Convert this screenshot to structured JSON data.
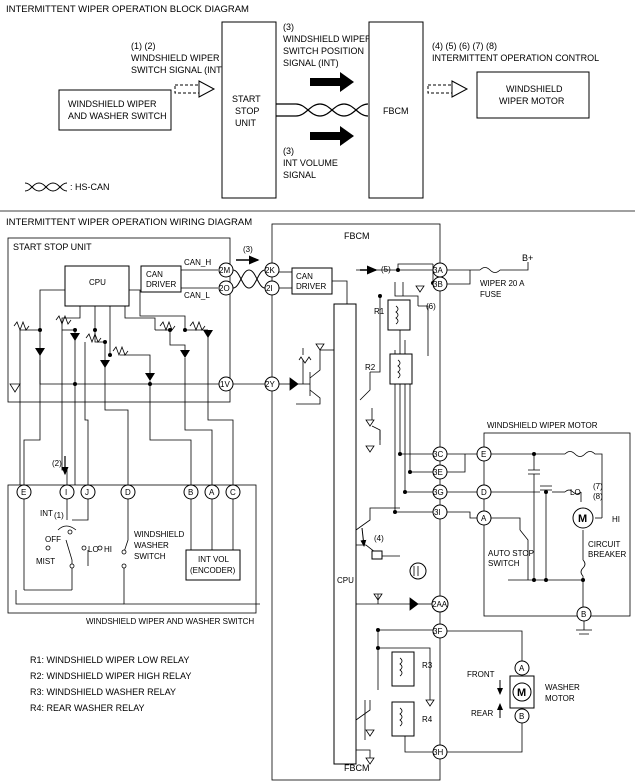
{
  "block_diagram": {
    "title": "INTERMITTENT WIPER OPERATION BLOCK DIAGRAM",
    "switch_signal_num": "(1) (2)",
    "switch_signal_l1": "WINDSHIELD WIPER",
    "switch_signal_l2": "SWITCH SIGNAL (INT)",
    "switch_box_l1": "WINDSHIELD WIPER",
    "switch_box_l2": "AND WASHER SWITCH",
    "ssu_l1": "START",
    "ssu_l2": "STOP",
    "ssu_l3": "UNIT",
    "pos_num": "(3)",
    "pos_l1": "WINDSHIELD WIPER",
    "pos_l2": "SWITCH POSITION",
    "pos_l3": "SIGNAL (INT)",
    "vol_num": "(3)",
    "vol_l1": "INT VOLUME",
    "vol_l2": "SIGNAL",
    "fbcm": "FBCM",
    "ctrl_num": "(4) (5) (6) (7) (8)",
    "ctrl_l1": "INTERMITTENT OPERATION CONTROL",
    "motor_l1": "WINDSHIELD",
    "motor_l2": "WIPER MOTOR",
    "legend": ": HS-CAN"
  },
  "wiring": {
    "title": "INTERMITTENT WIPER OPERATION WIRING DIAGRAM",
    "fbcm": "FBCM",
    "ssu": "START STOP UNIT",
    "cpu": "CPU",
    "can_driver_l1": "CAN",
    "can_driver_l2": "DRIVER",
    "can_h": "CAN_H",
    "can_l": "CAN_L",
    "can_num": "(3)",
    "cpu_fbcm": "CPU",
    "terminals": {
      "t2M": "2M",
      "t2O": "2O",
      "t1V": "1V",
      "t2K": "2K",
      "t2I": "2I",
      "t2Y": "2Y",
      "t3A": "3A",
      "t3B": "3B",
      "t3C": "3C",
      "t3E": "3E",
      "t3G": "3G",
      "t3I": "3I",
      "t2AA": "2AA",
      "t3F": "3F",
      "t3H": "3H"
    },
    "n5": "(5)",
    "n6": "(6)",
    "n4": "(4)",
    "n2": "(2)",
    "n1": "(1)",
    "n7": "(7)",
    "n8": "(8)",
    "bplus": "B+",
    "fuse_l1": "WIPER 20 A",
    "fuse_l2": "FUSE",
    "r1": "R1",
    "r2": "R2",
    "r3": "R3",
    "r4": "R4",
    "wiper_motor_title": "WINDSHIELD WIPER MOTOR",
    "mt_E": "E",
    "mt_D": "D",
    "mt_A": "A",
    "mt_B": "B",
    "lo": "LO",
    "hi": "HI",
    "motor_m": "M",
    "auto_stop_l1": "AUTO STOP",
    "auto_stop_l2": "SWITCH",
    "breaker_l1": "CIRCUIT",
    "breaker_l2": "BREAKER",
    "sw_terms": {
      "E": "E",
      "I": "I",
      "J": "J",
      "D": "D",
      "B": "B",
      "A": "A",
      "C": "C"
    },
    "int": "INT",
    "off": "OFF",
    "lo2": "LO",
    "hi2": "HI",
    "mist": "MIST",
    "washer_sw_l1": "WINDSHIELD",
    "washer_sw_l2": "WASHER",
    "washer_sw_l3": "SWITCH",
    "intvol_l1": "INT VOL",
    "intvol_l2": "(ENCODER)",
    "switch_caption": "WINDSHIELD WIPER AND WASHER SWITCH",
    "front": "FRONT",
    "rear": "REAR",
    "washer_motor_l1": "WASHER",
    "washer_motor_l2": "MOTOR",
    "wm_A": "A",
    "wm_B": "B"
  },
  "relay_legend": [
    "R1: WINDSHIELD WIPER LOW RELAY",
    "R2: WINDSHIELD WIPER HIGH RELAY",
    "R3: WINDSHIELD WASHER RELAY",
    "R4: REAR WASHER RELAY"
  ]
}
